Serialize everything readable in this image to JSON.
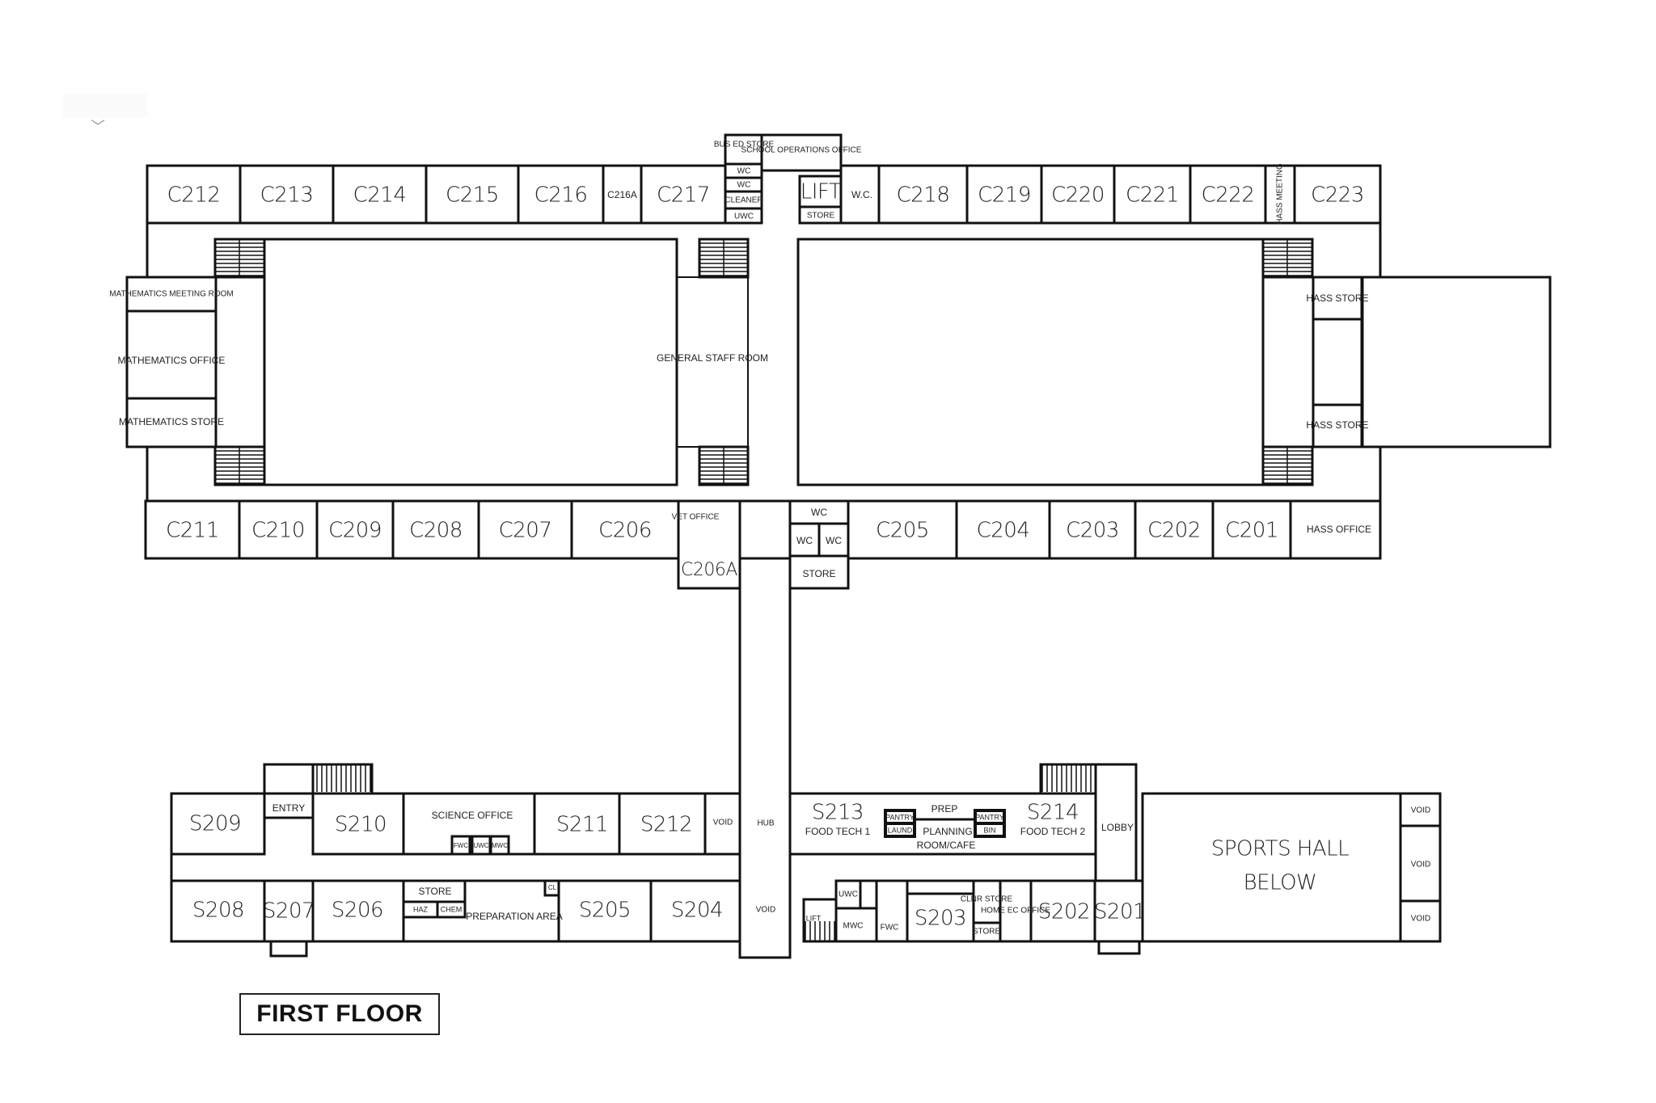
{
  "plan": {
    "title": "FIRST FLOOR",
    "ghost_ui": {
      "chevron_icon": "chevron-double-down-icon"
    }
  },
  "c_block": {
    "top_row": [
      "C212",
      "C213",
      "C214",
      "C215",
      "C216",
      "C216A",
      "C217",
      "C218",
      "C219",
      "C220",
      "C221",
      "C222",
      "C223"
    ],
    "top_service": {
      "bus_ed_store": "BUS ED STORE",
      "school_ops": "SCHOOL OPERATIONS OFFICE",
      "wc1": "WC",
      "wc2": "WC",
      "cleaner": "CLEANER",
      "uwc": "UWC",
      "lift": "LIFT",
      "lift_store": "STORE",
      "wc_dot": "W.C.",
      "hass_meeting": "HASS MEETING"
    },
    "west_wing": {
      "math_meeting": "MATHEMATICS MEETING ROOM",
      "math_office": "MATHEMATICS OFFICE",
      "math_store": "MATHEMATICS STORE"
    },
    "centre": {
      "staff_room": "GENERAL STAFF ROOM"
    },
    "east_wing": {
      "hass_store_1": "HASS STORE",
      "hass_store_2": "HASS STORE"
    },
    "bottom_row_left": [
      "C211",
      "C210",
      "C209",
      "C208",
      "C207",
      "C206"
    ],
    "bottom_service": {
      "vet_office": "VET OFFICE",
      "c206a": "C206A",
      "wc_top": "WC",
      "wc_left": "WC",
      "wc_right": "WC",
      "store": "STORE"
    },
    "bottom_row_right": [
      "C205",
      "C204",
      "C203",
      "C202",
      "C201"
    ],
    "hass_office": "HASS OFFICE"
  },
  "s_block": {
    "west": {
      "s209": "S209",
      "entry": "ENTRY",
      "s210": "S210",
      "science_office": "SCIENCE OFFICE",
      "fwc": "FWC",
      "uwc": "UWC",
      "mwc": "MWC",
      "s211": "S211",
      "s212": "S212",
      "void_top": "VOID",
      "s208": "S208",
      "s207": "S207",
      "s206": "S206",
      "store": "STORE",
      "haz": "HAZ",
      "chem": "CHEM",
      "cl": "CL",
      "prep_area": "PREPARATION AREA",
      "s205": "S205",
      "s204": "S204"
    },
    "hub": {
      "hub": "HUB",
      "void": "VOID",
      "lift": "LIFT"
    },
    "east": {
      "s213": "S213",
      "food_tech_1": "FOOD TECH 1",
      "pantry_1": "PANTRY",
      "laund": "LAUND",
      "prep": "PREP",
      "planning": "PLANNING",
      "room_cafe": "ROOM/CAFE",
      "pantry_2": "PANTRY",
      "bin": "BIN",
      "s214": "S214",
      "food_tech_2": "FOOD TECH 2",
      "lobby": "LOBBY",
      "uwc": "UWC",
      "mwc": "MWC",
      "fwc": "FWC",
      "s203": "S203",
      "clnr_store": "CLNR STORE",
      "store": "STORE",
      "home_ec_office": "HOME EC OFFICE",
      "s202": "S202",
      "s201": "S201"
    },
    "sports": {
      "line1": "SPORTS HALL",
      "line2": "BELOW",
      "voids": [
        "VOID",
        "VOID",
        "VOID"
      ]
    }
  }
}
